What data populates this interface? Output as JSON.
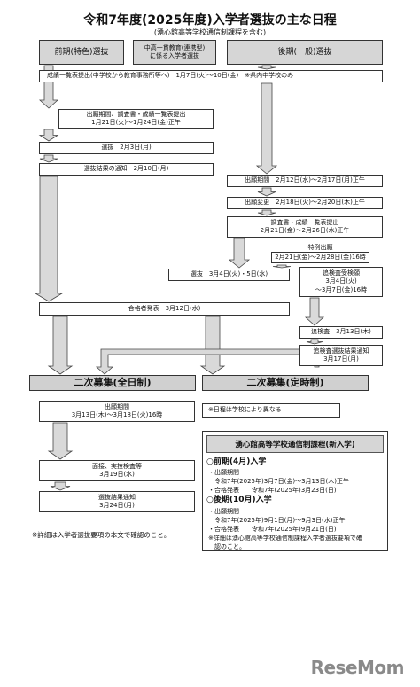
{
  "title": "令和7年度(2025年度)入学者選抜の主な日程",
  "subtitle": "(湧心館高等学校通信制課程を含む)",
  "headers": {
    "zenki": "前期(特色)選抜",
    "chukou": [
      "中高一貫教育(連携型)",
      "に係る入学者選抜"
    ],
    "kouki": "後期(一般)選抜"
  },
  "steps": {
    "seiseki": "成績一覧表提出(中学校から教育事務所等へ)　1月7日(火)～10日(金)　※県内中学校のみ",
    "zenki_shutsugan": [
      "出願期間、調査書・成績一覧表提出",
      "1月21日(火)～1月24日(金)正午"
    ],
    "zenki_senbatsu": "選抜　2月3日(月)",
    "zenki_kekka": "選抜結果の通知　2月10日(月)",
    "kouki_shutsugan": "出願期間　2月12日(水)～2月17日(月)正午",
    "kouki_henkou": "出願変更　2月18日(火)～2月20日(木)正午",
    "kouki_chousasho": [
      "調査書・成績一覧表提出",
      "2月21日(金)～2月26日(水)正午"
    ],
    "tokurei": [
      "特例出願",
      "2月21日(金)～2月28日(金)16時"
    ],
    "kouki_senbatsu": "選抜　3月4日(火)・5日(水)",
    "tsuikensa_uketsuke": [
      "追検査受検願",
      "3月4日(火)",
      "～3月7日(金)16時"
    ],
    "goukaku": "合格者発表　3月12日(水)",
    "tsuikensa": "追検査　3月13日(木)",
    "tsuikensa_kekka": [
      "追検査選抜結果通知",
      "3月17日(月)"
    ],
    "niji_zen": "二次募集(全日制)",
    "niji_tei": "二次募集(定時制)",
    "niji_shutsugan": [
      "出願期間",
      "3月13日(木)～3月18日(火)16時"
    ],
    "niji_note": "※日程は学校により異なる",
    "mensetsu": [
      "面接、実技検査等",
      "3月19日(水)"
    ],
    "senbatsu_kekka": [
      "選抜結果通知",
      "3月24日(月)"
    ]
  },
  "footnote": "※詳細は入学者選抜要項の本文で確認のこと。",
  "tsushin": {
    "title": "湧心館高等学校通信制課程(新入学)",
    "lines": [
      {
        "text": "○前期(4月)入学",
        "big": true
      },
      {
        "text": "・出願期間",
        "big": false
      },
      {
        "text": "　令和7年(2025年)3月7日(金)～3月13日(木)正午",
        "big": false
      },
      {
        "text": "・合格発表　　令和7年(2025年)3月23日(日)",
        "big": false
      },
      {
        "text": "○後期(10月)入学",
        "big": true
      },
      {
        "text": "・出願期間",
        "big": false
      },
      {
        "text": "　令和7年(2025年)9月1日(月)～9月3日(水)正午",
        "big": false
      },
      {
        "text": "・合格発表　　令和7年(2025年)9月21日(日)",
        "big": false
      },
      {
        "text": "※詳細は湧心館高等学校通信制課程入学者選抜要項で確",
        "big": false
      },
      {
        "text": "　認のこと。",
        "big": false
      }
    ]
  },
  "logo": "ReseMom",
  "colors": {
    "arrow_fill": "#d9d9d9",
    "arrow_stroke": "#444444",
    "header_bg": "#d6d6d6"
  }
}
